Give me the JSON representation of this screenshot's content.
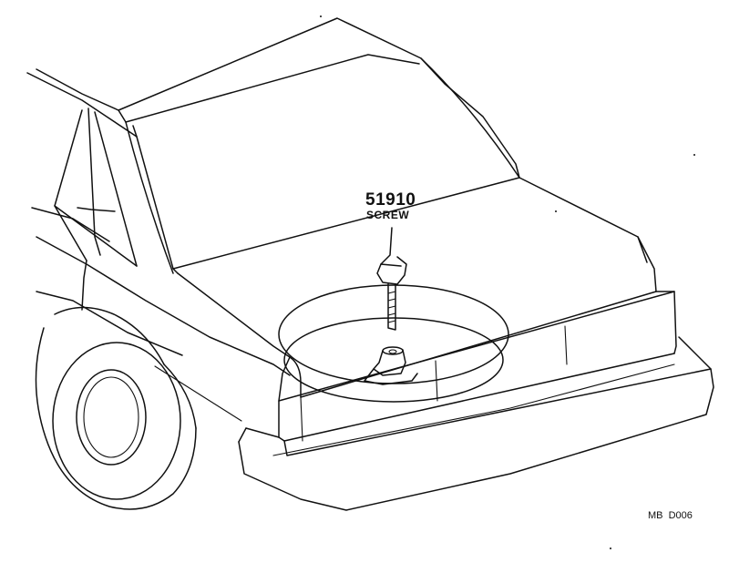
{
  "callout": {
    "part_number": "51910",
    "part_name": "SCREW"
  },
  "figure_code": "MB  D006",
  "colors": {
    "line": "#111111",
    "background": "#ffffff"
  }
}
